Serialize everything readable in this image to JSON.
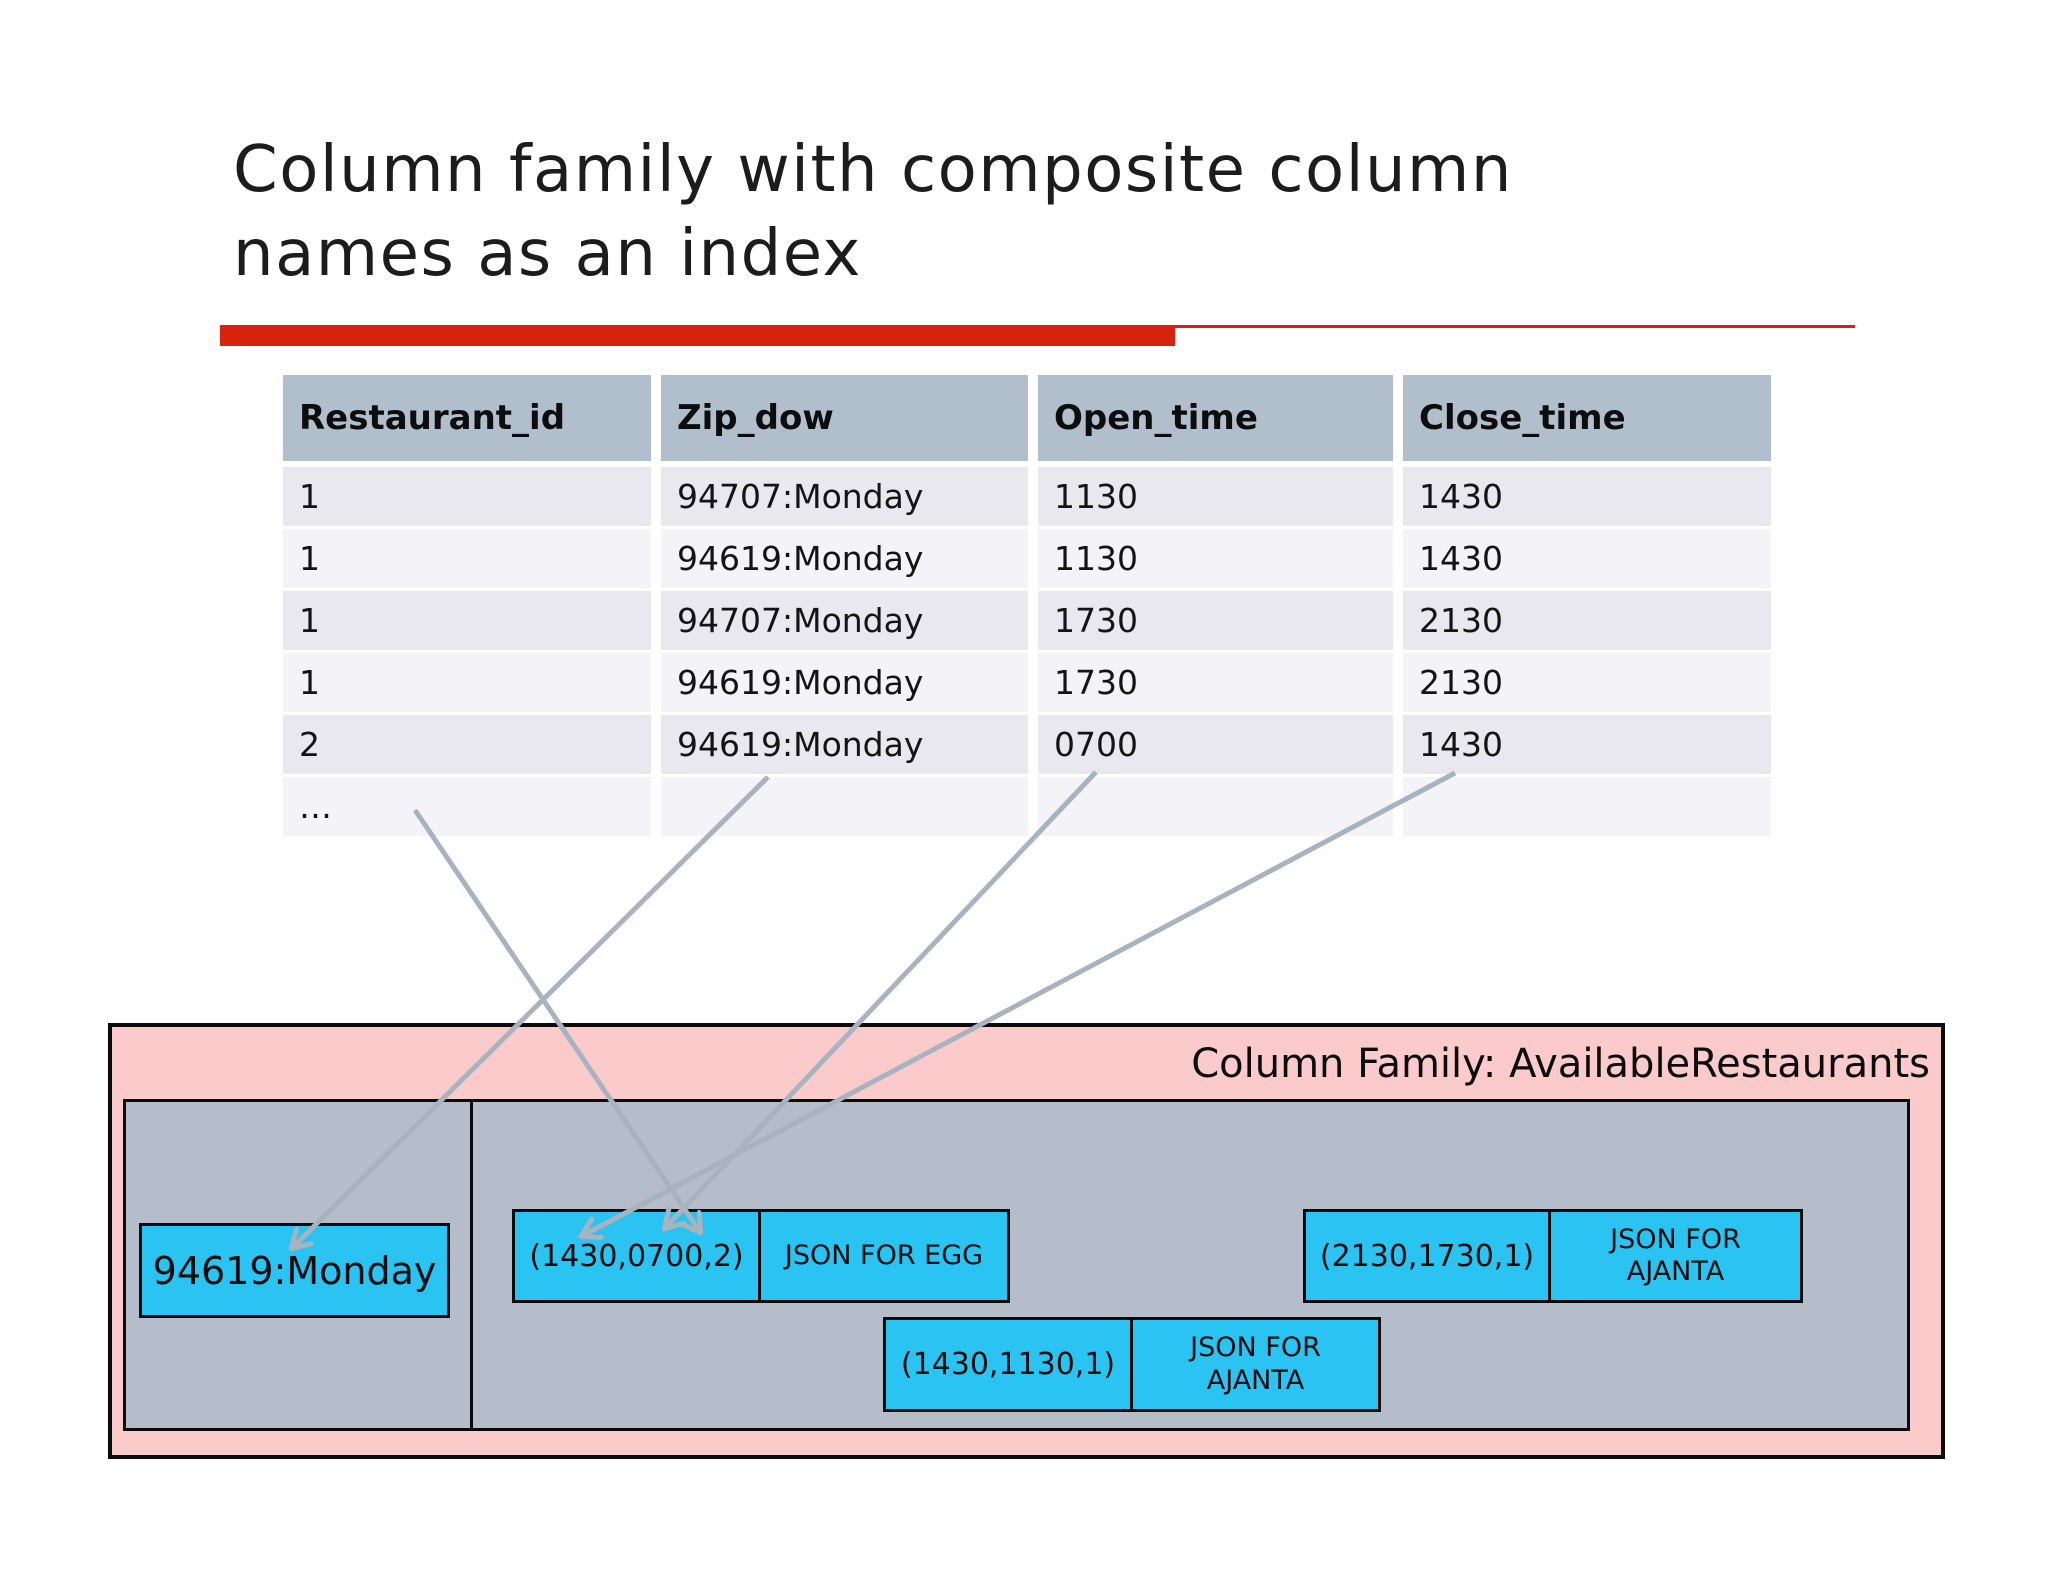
{
  "title": {
    "line1": "Column family with composite column",
    "line2": "names as an index"
  },
  "table": {
    "headers": [
      "Restaurant_id",
      "Zip_dow",
      "Open_time",
      "Close_time"
    ],
    "rows": [
      [
        "1",
        "94707:Monday",
        "1130",
        "1430"
      ],
      [
        "1",
        "94619:Monday",
        "1130",
        "1430"
      ],
      [
        "1",
        "94707:Monday",
        "1730",
        "2130"
      ],
      [
        "1",
        "94619:Monday",
        "1730",
        "2130"
      ],
      [
        "2",
        "94619:Monday",
        "0700",
        "1430"
      ],
      [
        "…",
        "",
        "",
        ""
      ]
    ]
  },
  "column_family": {
    "label": "Column Family: AvailableRestaurants",
    "row_key": "94619:Monday",
    "columns": [
      {
        "name": "(1430,0700,2)",
        "value": "JSON FOR EGG"
      },
      {
        "name": "(2130,1730,1)",
        "value": "JSON FOR AJANTA"
      },
      {
        "name": "(1430,1130,1)",
        "value": "JSON FOR AJANTA"
      }
    ],
    "arrows": [
      {
        "from": "table-restaurant-id-column",
        "to": "column-name-(1430,0700,2)"
      },
      {
        "from": "table-zip-dow-column",
        "to": "row-key-box"
      },
      {
        "from": "table-open-time-column",
        "to": "column-name-(1430,0700,2)"
      },
      {
        "from": "table-close-time-column",
        "to": "column-name-(1430,0700,2)"
      }
    ]
  },
  "colors": {
    "accent_red": "#d7230e",
    "table_header_bg": "#b1bfcd",
    "row_gray": "#e8e8ee",
    "row_light": "#f4f4f8",
    "family_box_pink": "#fbcaca",
    "inner_box_gray": "#b4bdc9",
    "cell_cyan": "#2bc3f1",
    "arrow_gray": "#a8b3c0"
  }
}
